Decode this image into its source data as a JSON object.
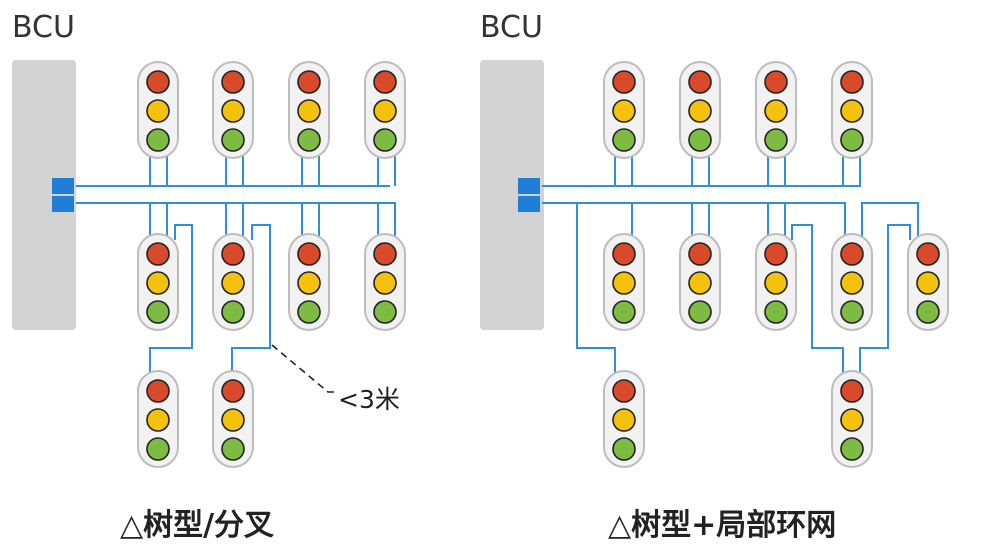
{
  "left_diagram": {
    "controller_label": "BCU",
    "caption": "△树型/分叉",
    "distance_note": "<3米"
  },
  "right_diagram": {
    "controller_label": "BCU",
    "caption": "△树型+局部环网"
  },
  "colors": {
    "wire": "#2f8fd8",
    "port": "#1f7fd6",
    "bcu": "#d3d3d3",
    "red": "#d94a2b",
    "yellow": "#f4c20d",
    "green": "#7dbb42",
    "housing": "#f2f2f2"
  }
}
